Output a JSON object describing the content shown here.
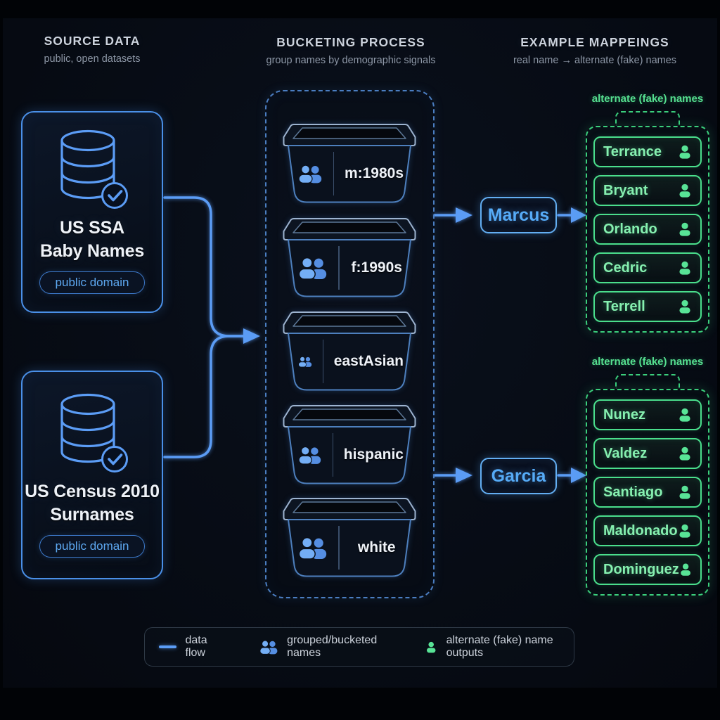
{
  "headers": {
    "source": {
      "title": "SOURCE DATA",
      "subtitle": "public, open datasets"
    },
    "bucketing": {
      "title": "BUCKETING PROCESS",
      "subtitle": "group names by demographic signals"
    },
    "mappings": {
      "title": "EXAMPLE MAPPEINGS",
      "subtitle": "real name → alternate (fake) names"
    }
  },
  "source_cards": [
    {
      "title_line1": "US SSA",
      "title_line2": "Baby Names",
      "badge": "public domain"
    },
    {
      "title_line1": "US Census 2010",
      "title_line2": "Surnames",
      "badge": "public domain"
    }
  ],
  "buckets": [
    {
      "label": "m:1980s"
    },
    {
      "label": "f:1990s"
    },
    {
      "label": "eastAsian"
    },
    {
      "label": "hispanic"
    },
    {
      "label": "white"
    }
  ],
  "mappings": [
    {
      "real_name": "Marcus",
      "group_label": "alternate (fake) names",
      "fake_names": [
        "Terrance",
        "Bryant",
        "Orlando",
        "Cedric",
        "Terrell"
      ]
    },
    {
      "real_name": "Garcia",
      "group_label": "alternate (fake) names",
      "fake_names": [
        "Nunez",
        "Valdez",
        "Santiago",
        "Maldonado",
        "Dominguez"
      ]
    }
  ],
  "legend": {
    "items": [
      {
        "icon": "data-flow-line",
        "label": "data flow"
      },
      {
        "icon": "grouped-people-icon",
        "label": "grouped/bucketed names"
      },
      {
        "icon": "person-icon",
        "label": "alternate (fake) name outputs"
      }
    ]
  },
  "colors": {
    "background": "#05080f",
    "blue_accent": "#5b9cf5",
    "blue_text": "#56abf7",
    "green_accent": "#4ade8c",
    "green_text": "#86f0b0",
    "white_text": "#eef2f8",
    "muted_text": "#8d97a6"
  }
}
